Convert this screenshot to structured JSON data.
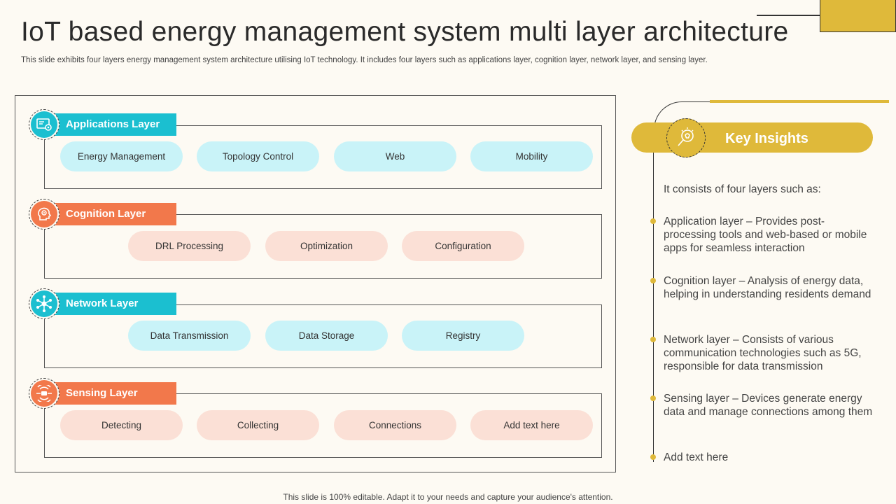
{
  "title": "IoT based energy management system multi layer architecture",
  "subtitle": "This slide exhibits four layers energy management system architecture utilising IoT technology. It includes four layers such as applications layer, cognition layer, network layer, and sensing layer.",
  "layers": [
    {
      "name": "Applications Layer",
      "icon": "app-settings-icon",
      "items": [
        "Energy Management",
        "Topology Control",
        "Web",
        "Mobility"
      ]
    },
    {
      "name": "Cognition Layer",
      "icon": "brain-gear-icon",
      "items": [
        "DRL Processing",
        "Optimization",
        "Configuration"
      ]
    },
    {
      "name": "Network Layer",
      "icon": "network-icon",
      "items": [
        "Data Transmission",
        "Data Storage",
        "Registry"
      ]
    },
    {
      "name": "Sensing Layer",
      "icon": "sensor-icon",
      "items": [
        "Detecting",
        "Collecting",
        "Connections",
        "Add text here"
      ]
    }
  ],
  "key_insights": {
    "title": "Key Insights",
    "icon": "lightbulb-magnifier-icon",
    "intro": "It consists of four layers such as:",
    "points": [
      "Application layer – Provides post-processing tools and web-based or mobile apps for seamless interaction",
      "Cognition layer –  Analysis of energy data, helping in understanding  residents demand",
      "Network layer – Consists of various communication technologies such as 5G, responsible for data transmission",
      "Sensing layer – Devices generate energy data and manage connections among them",
      "Add text here"
    ]
  },
  "footer": "This slide is 100% editable. Adapt it to your needs and capture your audience's attention.",
  "colors": {
    "teal": "#1bbfd0",
    "orange": "#f2784b",
    "gold": "#dfb93a",
    "teal_light": "#c9f3f8",
    "orange_light": "#fbe0d6"
  }
}
